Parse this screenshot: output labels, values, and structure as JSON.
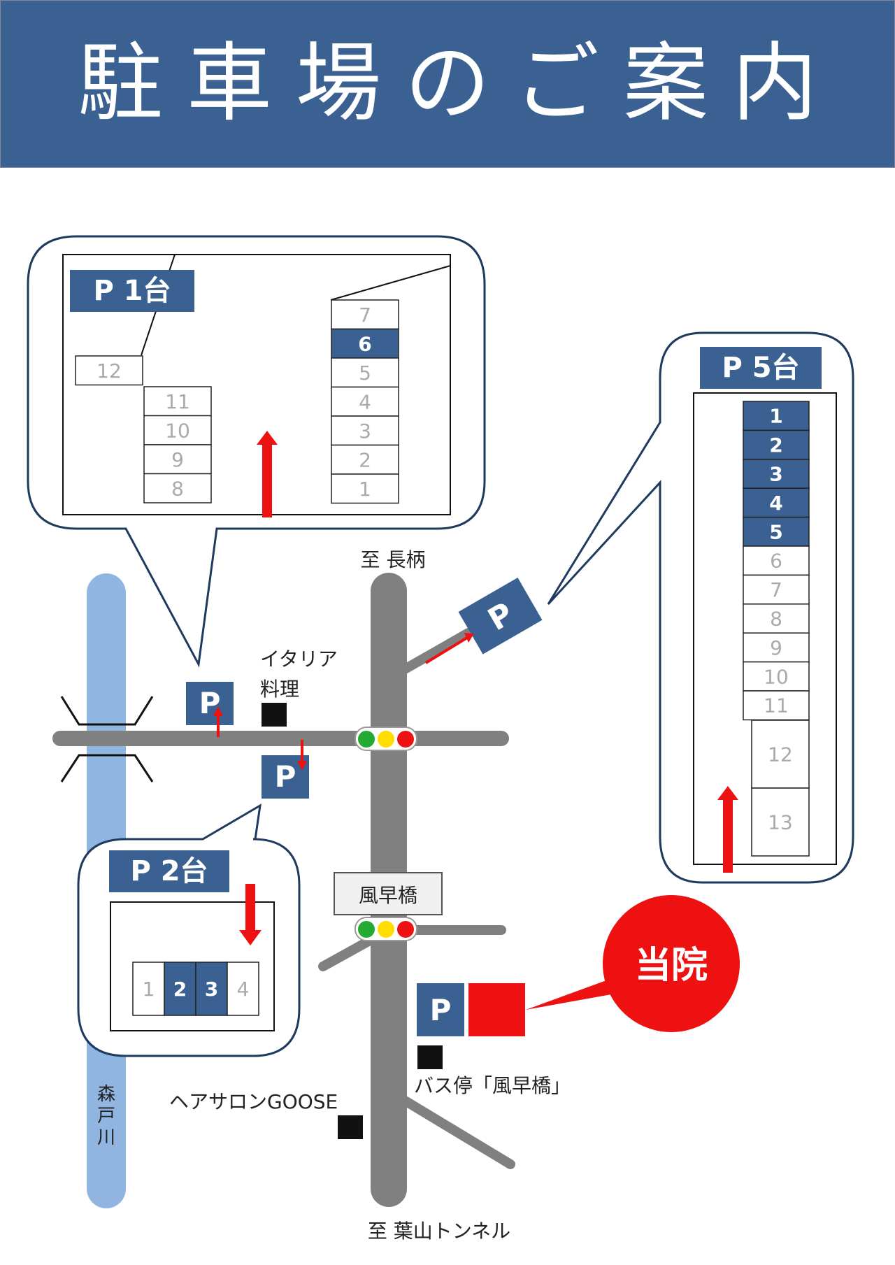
{
  "header": {
    "title": "駐車場のご案内"
  },
  "lots": {
    "p1": {
      "label": "P 1台",
      "slots": [
        "1",
        "2",
        "3",
        "4",
        "5",
        "6",
        "7",
        "8",
        "9",
        "10",
        "11",
        "12"
      ],
      "highlighted": [
        "6"
      ]
    },
    "p2": {
      "label": "P 2台",
      "slots": [
        "1",
        "2",
        "3",
        "4"
      ],
      "highlighted": [
        "2",
        "3"
      ]
    },
    "p5": {
      "label": "P 5台",
      "slots": [
        "1",
        "2",
        "3",
        "4",
        "5",
        "6",
        "7",
        "8",
        "9",
        "10",
        "11",
        "12",
        "13"
      ],
      "highlighted": [
        "1",
        "2",
        "3",
        "4",
        "5"
      ]
    }
  },
  "map": {
    "parking_mark": "P",
    "to_nagara": "至 長柄",
    "to_hayama": "至 葉山トンネル",
    "italian": [
      "イタリア",
      "料理"
    ],
    "bridge": "風早橋",
    "bus_stop": "バス停「風早橋」",
    "salon": "ヘアサロンGOOSE",
    "river": [
      "森",
      "戸",
      "川"
    ],
    "clinic": "当院"
  },
  "colors": {
    "brand": "#3a6192",
    "road": "#808080",
    "river": "#8fb5e0",
    "red": "#ee1111",
    "signal": [
      "#22aa33",
      "#ffdd00",
      "#ee1111"
    ]
  }
}
